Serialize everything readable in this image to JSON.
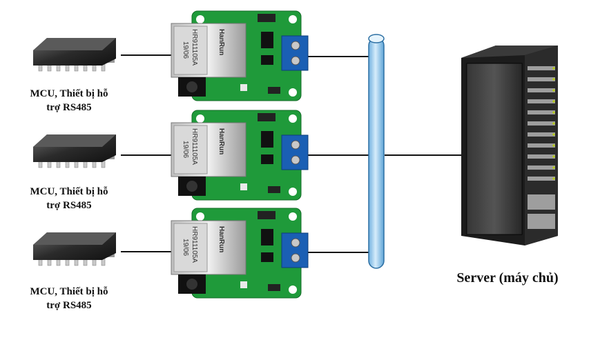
{
  "devices": [
    {
      "label_line1": "MCU, Thiết bị hỗ",
      "label_line2": "trợ RS485"
    },
    {
      "label_line1": "MCU, Thiết bị hỗ",
      "label_line2": "trợ RS485"
    },
    {
      "label_line1": "MCU, Thiết bị hỗ",
      "label_line2": "trợ RS485"
    }
  ],
  "modules": [
    {
      "brand": "HanRun",
      "part": "HR911105A",
      "code": "19/06"
    },
    {
      "brand": "HanRun",
      "part": "HR911105A",
      "code": "19/06"
    },
    {
      "brand": "HanRun",
      "part": "HR911105A",
      "code": "19/06"
    }
  ],
  "server": {
    "label": "Server (máy chủ)"
  },
  "colors": {
    "pcb": "#1f9a3a",
    "bus": "#a9d3f0",
    "terminal": "#1a5fb4"
  }
}
